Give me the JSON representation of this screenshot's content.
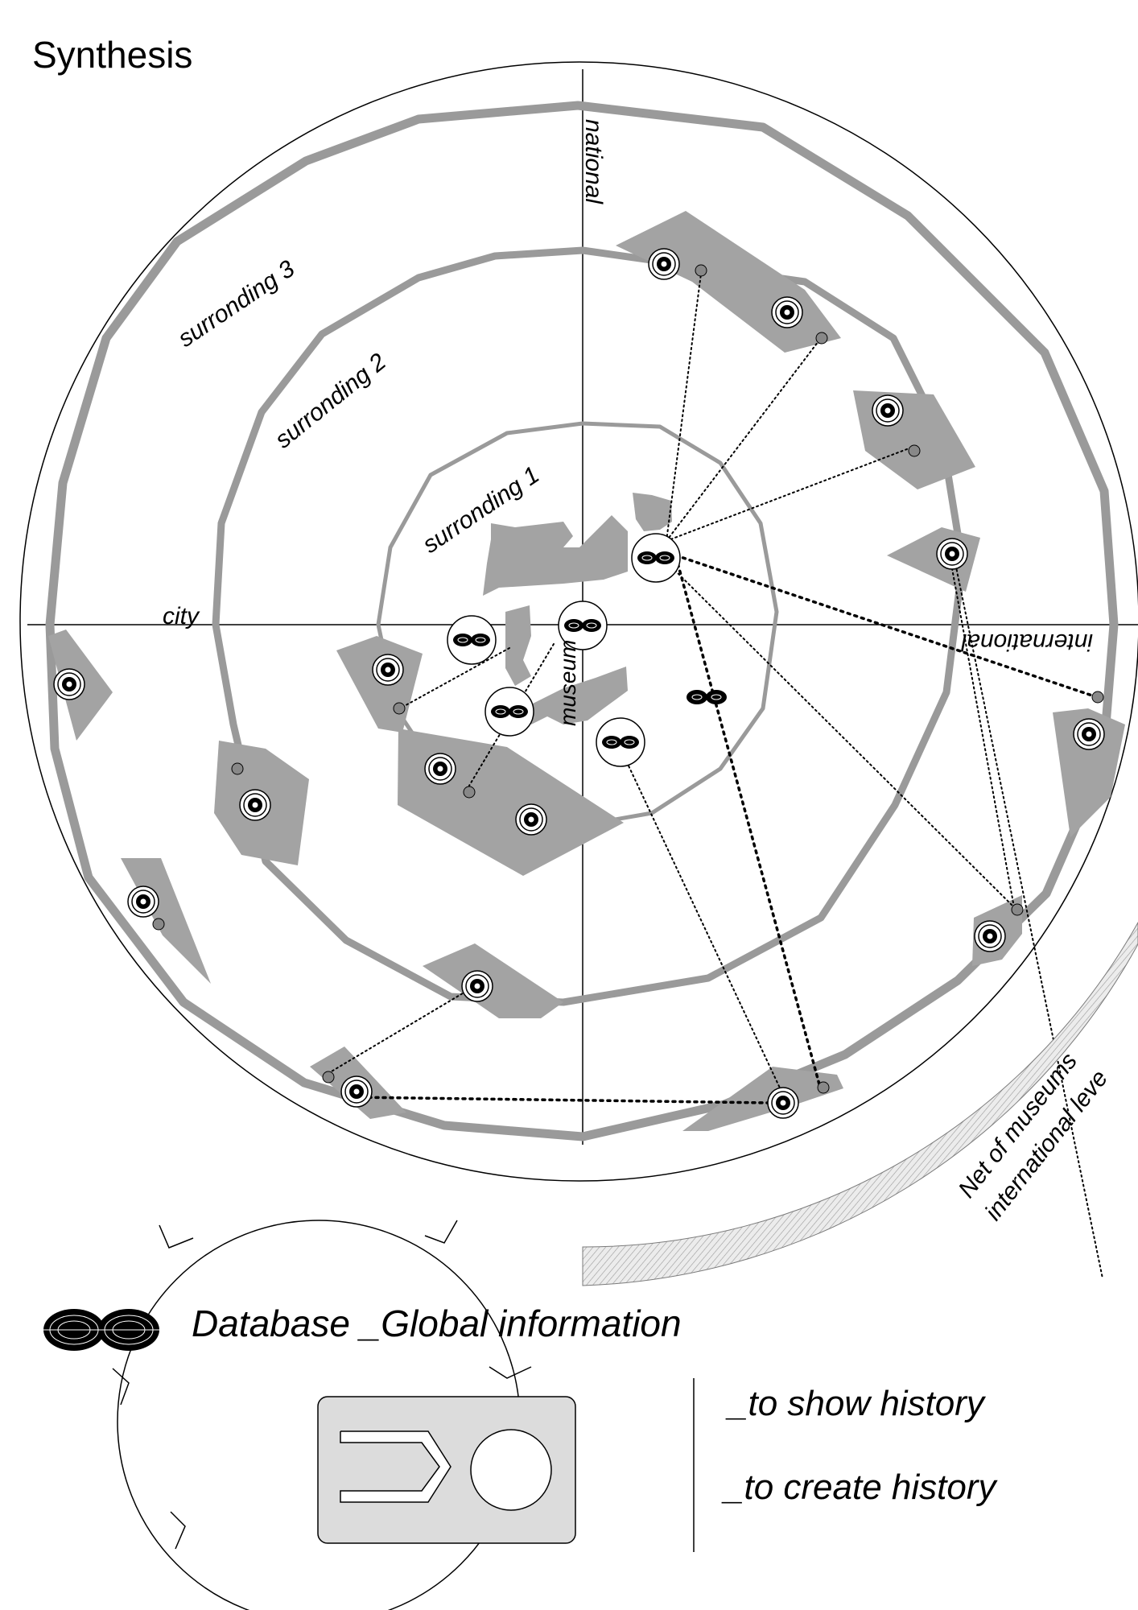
{
  "title": "Synthesis",
  "axes": {
    "top": "national",
    "left": "city",
    "right": "international",
    "bottom": "museum"
  },
  "rings": {
    "inner": "surronding 1",
    "middle": "surronding 2",
    "outer": "surronding 3"
  },
  "network_label": {
    "line1": "Net of museums",
    "line2": "international leve"
  },
  "legend": {
    "database": "Database _Global information",
    "show": "_to show history",
    "create": "_to create history"
  },
  "colors": {
    "fill_gray": "#a3a3a3",
    "ring_gray": "#8f8f8f",
    "line": "#000000",
    "card": "#dcdcdc",
    "background": "#ffffff"
  }
}
